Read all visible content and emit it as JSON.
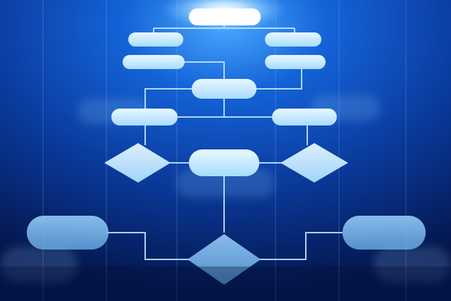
{
  "diagram": {
    "nodes": [
      {
        "id": "n-top",
        "shape": "terminator"
      },
      {
        "id": "n-left-1",
        "shape": "terminator"
      },
      {
        "id": "n-right-1",
        "shape": "terminator"
      },
      {
        "id": "n-left-2",
        "shape": "terminator"
      },
      {
        "id": "n-right-2",
        "shape": "terminator"
      },
      {
        "id": "n-center",
        "shape": "terminator"
      },
      {
        "id": "n-left-3",
        "shape": "terminator"
      },
      {
        "id": "n-right-3",
        "shape": "terminator"
      },
      {
        "id": "d-left",
        "shape": "decision"
      },
      {
        "id": "n-mid",
        "shape": "terminator"
      },
      {
        "id": "d-right",
        "shape": "decision"
      },
      {
        "id": "n-bottom-left",
        "shape": "terminator"
      },
      {
        "id": "d-bottom",
        "shape": "decision"
      },
      {
        "id": "n-bottom-right",
        "shape": "terminator"
      }
    ],
    "labels_visible": false
  },
  "colors": {
    "background_dark": "#061a4a",
    "background_mid": "#0b3a9a",
    "glow": "#ffffff",
    "node_fill": "#bfe9ff",
    "line": "#a9dcff"
  }
}
